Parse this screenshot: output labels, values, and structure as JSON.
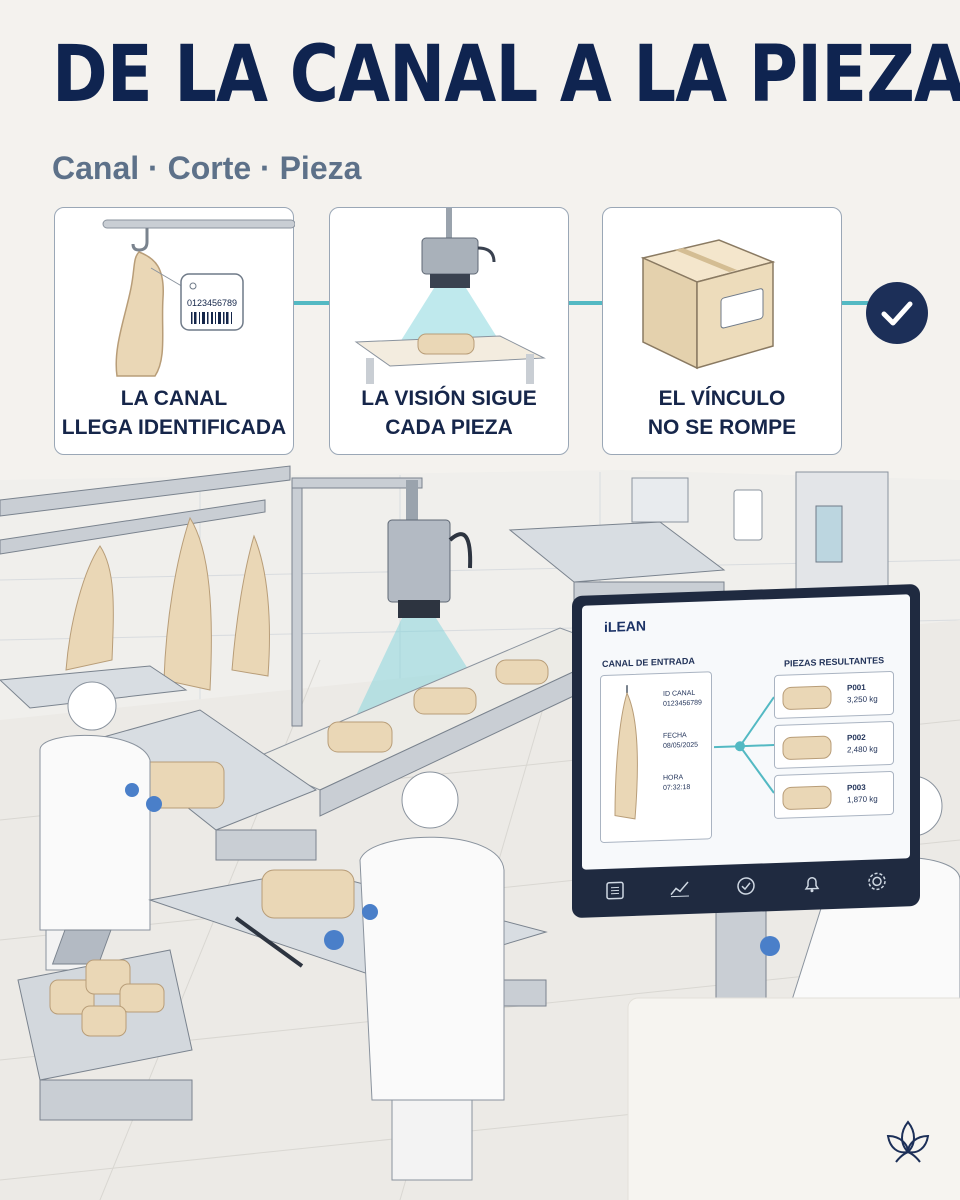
{
  "header": {
    "title": "DE LA CANAL A LA PIEZA",
    "subtitle": "Canal · Corte · Pieza"
  },
  "steps": [
    {
      "line1": "LA CANAL",
      "line2": "LLEGA IDENTIFICADA",
      "tag_code": "0123456789",
      "icon": "hanging-carcass-icon"
    },
    {
      "line1": "LA VISIÓN SIGUE",
      "line2": "CADA PIEZA",
      "icon": "vision-camera-icon"
    },
    {
      "line1": "EL VÍNCULO",
      "line2": "NO SE ROMPE",
      "icon": "box-icon"
    }
  ],
  "final_icon": "check-icon",
  "colors": {
    "navy": "#0f2450",
    "accent": "#53b9c3",
    "steel": "#c9ced4",
    "meat": "#ead7b6"
  },
  "screen": {
    "logo": "iLEAN",
    "input_title": "CANAL DE ENTRADA",
    "id_label": "ID CANAL",
    "id_value": "0123456789",
    "date_label": "FECHA",
    "date_value": "08/05/2025",
    "time_label": "HORA",
    "time_value": "07:32:18",
    "output_title": "PIEZAS RESULTANTES",
    "pieces": [
      {
        "id": "P001",
        "weight": "3,250 kg"
      },
      {
        "id": "P002",
        "weight": "2,480 kg"
      },
      {
        "id": "P003",
        "weight": "1,870 kg"
      }
    ],
    "nav_icons": [
      "list-icon",
      "chart-icon",
      "check-circle-icon",
      "bell-icon",
      "settings-icon"
    ]
  },
  "brand_icon": "lotus-logo-icon"
}
